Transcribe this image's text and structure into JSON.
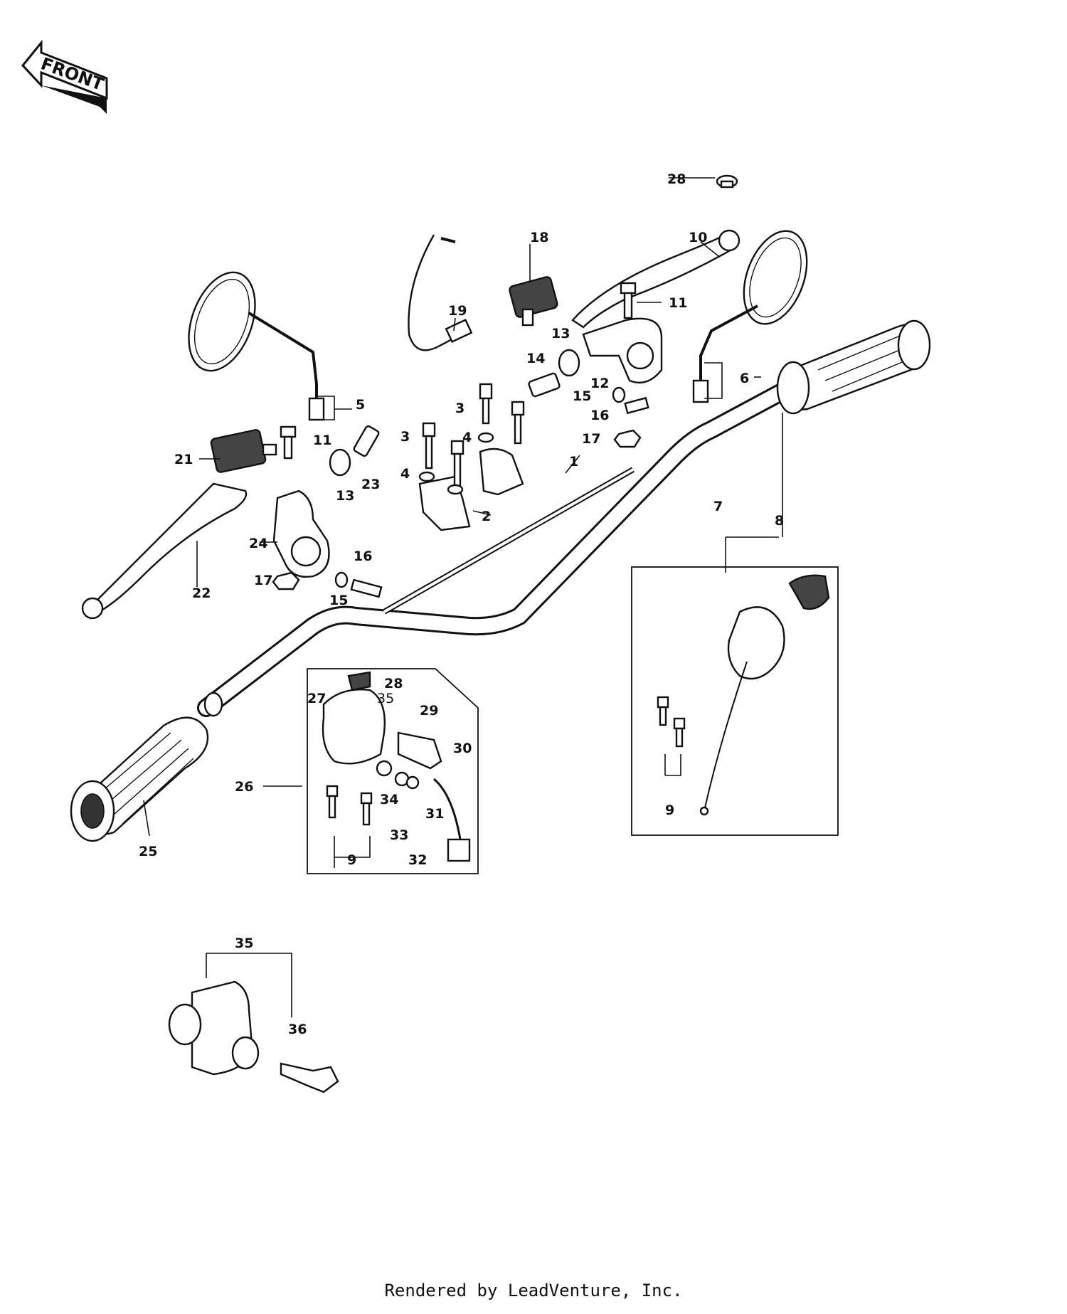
{
  "front_arrow": {
    "label": "FRONT"
  },
  "labels": [
    {
      "id": "l1",
      "text": "1"
    },
    {
      "id": "l2",
      "text": "2"
    },
    {
      "id": "l3a",
      "text": "3"
    },
    {
      "id": "l3b",
      "text": "3"
    },
    {
      "id": "l4a",
      "text": "4"
    },
    {
      "id": "l4b",
      "text": "4"
    },
    {
      "id": "l5",
      "text": "5"
    },
    {
      "id": "l6",
      "text": "6"
    },
    {
      "id": "l7",
      "text": "7"
    },
    {
      "id": "l8",
      "text": "8"
    },
    {
      "id": "l9a",
      "text": "9"
    },
    {
      "id": "l9b",
      "text": "9"
    },
    {
      "id": "l10",
      "text": "10"
    },
    {
      "id": "l11a",
      "text": "11"
    },
    {
      "id": "l11b",
      "text": "11"
    },
    {
      "id": "l12",
      "text": "12"
    },
    {
      "id": "l13a",
      "text": "13"
    },
    {
      "id": "l13b",
      "text": "13"
    },
    {
      "id": "l14",
      "text": "14"
    },
    {
      "id": "l15a",
      "text": "15"
    },
    {
      "id": "l15b",
      "text": "15"
    },
    {
      "id": "l16a",
      "text": "16"
    },
    {
      "id": "l16b",
      "text": "16"
    },
    {
      "id": "l17a",
      "text": "17"
    },
    {
      "id": "l17b",
      "text": "17"
    },
    {
      "id": "l18",
      "text": "18"
    },
    {
      "id": "l19",
      "text": "19"
    },
    {
      "id": "l21",
      "text": "21"
    },
    {
      "id": "l22",
      "text": "22"
    },
    {
      "id": "l23",
      "text": "23"
    },
    {
      "id": "l24",
      "text": "24"
    },
    {
      "id": "l25",
      "text": "25"
    },
    {
      "id": "l26",
      "text": "26"
    },
    {
      "id": "l27",
      "text": "27"
    },
    {
      "id": "l28a",
      "text": "28"
    },
    {
      "id": "l28b",
      "text": "28"
    },
    {
      "id": "l29",
      "text": "29"
    },
    {
      "id": "l30",
      "text": "30"
    },
    {
      "id": "l31",
      "text": "31"
    },
    {
      "id": "l32",
      "text": "32"
    },
    {
      "id": "l33",
      "text": "33"
    },
    {
      "id": "l34",
      "text": "34"
    },
    {
      "id": "l35a",
      "text": "35"
    },
    {
      "id": "l35b",
      "text": "35"
    },
    {
      "id": "l36",
      "text": "36"
    }
  ],
  "footer": {
    "text": "Rendered by LeadVenture, Inc."
  }
}
